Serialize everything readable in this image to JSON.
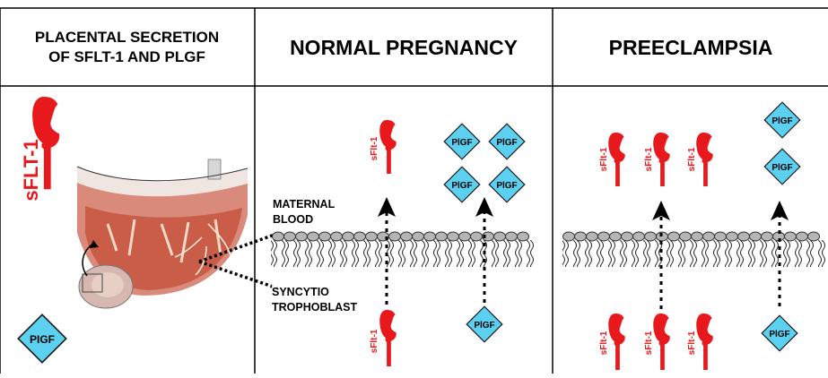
{
  "headers": {
    "col1_line1": "PLACENTAL SECRETION",
    "col1_line2": "OF SFLT-1 AND PLGF",
    "col2": "NORMAL PREGNANCY",
    "col3": "PREECLAMPSIA"
  },
  "labels": {
    "sflt1_large": "sFLT-1",
    "sflt1_small": "sFlt-1",
    "plgf": "PlGF",
    "plgf_legend": "PIGF",
    "maternal_line1": "MATERNAL",
    "maternal_line2": "BLOOD",
    "syncytio_line1": "SYNCYTIO",
    "syncytio_line2": "TROPHOBLAST"
  },
  "colors": {
    "sflt1": "#e8191c",
    "plgf_fill": "#5cd0f0",
    "plgf_stroke": "#1a1a1a",
    "membrane_head": "#b5b5b5",
    "grid": "#000000"
  },
  "icons": {
    "sflt1": "sflt1-receptor-icon",
    "plgf": "plgf-diamond-icon",
    "arrow": "upward-arrow-icon",
    "placenta": "placenta-illustration",
    "fetus": "fetus-in-uterus-illustration"
  }
}
